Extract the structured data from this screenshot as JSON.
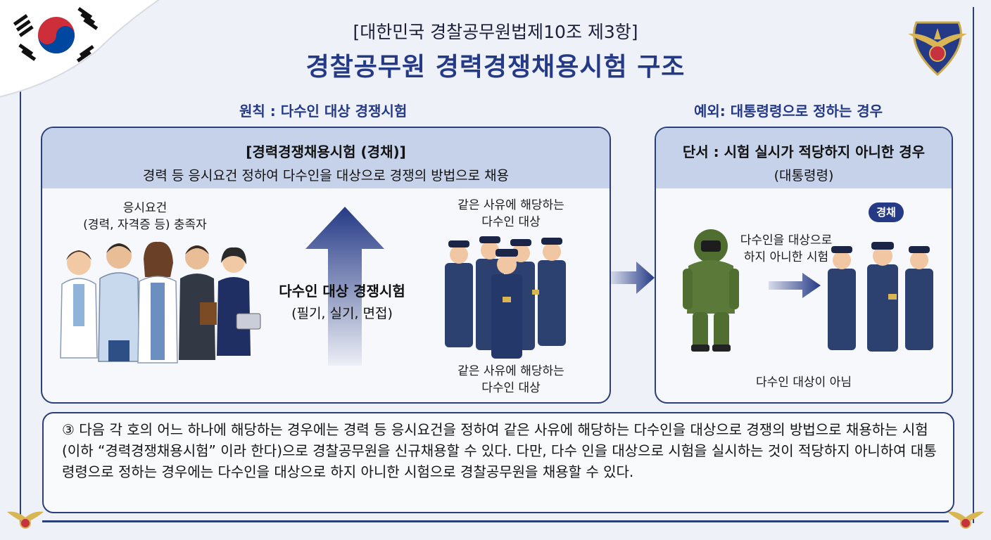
{
  "header": {
    "subtitle": "[대한민국 경찰공무원법제10조 제3항]",
    "title": "경찰공무원 경력경쟁채용시험 구조"
  },
  "left": {
    "heading": "원칙 : 다수인 대상 경쟁시험",
    "panel_title": "[경력경쟁채용시험 (경채)]",
    "panel_sub": "경력 등 응시요건 정하여 다수인을 대상으로 경쟁의 방법으로 채용",
    "req_line1": "응시요건",
    "req_line2": "(경력, 자격증 등) 충족자",
    "exam_title": "다수인 대상 경쟁시험",
    "exam_sub": "(필기, 실기, 면접)",
    "top_note_line1": "같은 사유에 해당하는",
    "top_note_line2": "다수인 대상",
    "bottom_note_line1": "같은 사유에 해당하는",
    "bottom_note_line2": "다수인 대상"
  },
  "right": {
    "heading": "예외: 대통령령으로 정하는 경우",
    "panel_title": "단서 : 시험 실시가 적당하지 아니한 경우",
    "panel_sub": "(대통령령)",
    "badge": "경채",
    "note_line1": "다수인을 대상으로",
    "note_line2": "하지 아니한 시험",
    "bottom_note": "다수인 대상이 아님"
  },
  "law_text": "③ 다음 각 호의 어느 하나에 해당하는 경우에는 경력 등 응시요건을 정하여 같은 사유에 해당하는 다수인을 대상으로 경쟁의 방법으로 채용하는 시험(이하 “경력경쟁채용시험” 이라 한다)으로 경찰공무원을 신규채용할 수 있다. 다만, 다수 인을 대상으로 시험을 실시하는 것이 적당하지 아니하여 대통령령으로 정하는 경우에는 다수인을 대상으로 하지 아니한 시험으로 경찰공무원을 채용할 수 있다.",
  "colors": {
    "navy": "#253a86",
    "panel_head": "#c6d2ea",
    "bomb_suit": "#5b7a3a"
  }
}
